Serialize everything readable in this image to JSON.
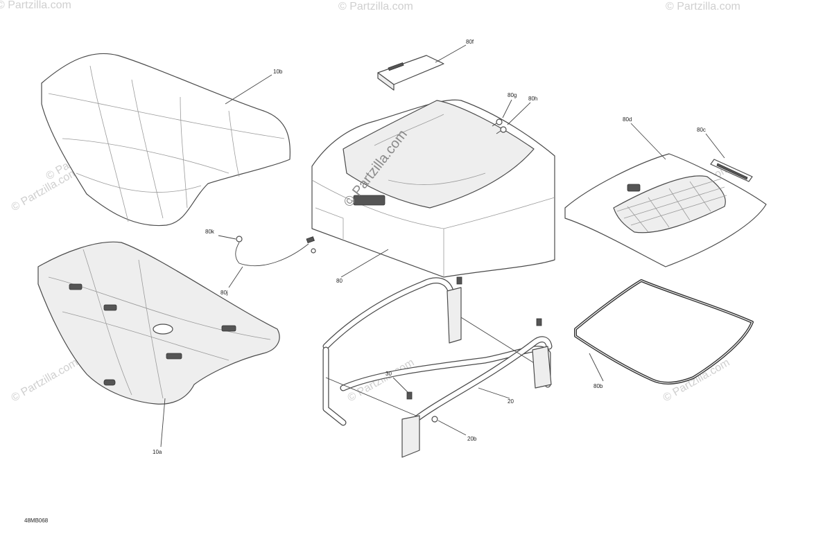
{
  "diagram_id": "48MB068",
  "watermark": "© Partzilla.com",
  "callouts": {
    "10b": "10b",
    "10a": "10a",
    "80": "80",
    "80f": "80f",
    "80g": "80g",
    "80h": "80h",
    "80d": "80d",
    "80c": "80c",
    "80k": "80k",
    "80j": "80j",
    "80b": "80b",
    "20": "20",
    "20b": "20b",
    "30": "30"
  }
}
